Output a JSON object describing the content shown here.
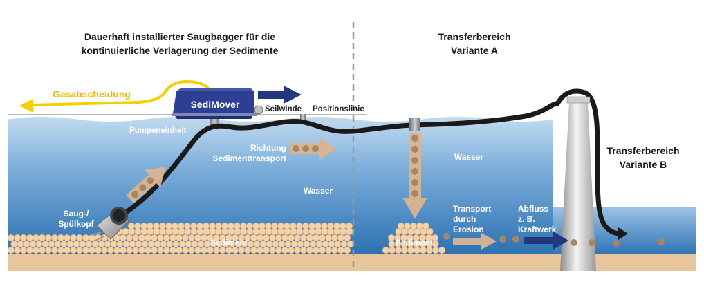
{
  "header": {
    "left_title_line1": "Dauerhaft installierter Saugbagger für die",
    "left_title_line2": "kontinuierliche Verlagerung der Sedimente",
    "right_title_line1": "Transferbereich",
    "right_title_line2": "Variante A"
  },
  "labels": {
    "gas": "Gasabscheidung",
    "sedimover": "SediMover",
    "seilwinde": "Seilwinde",
    "positionslinie": "Positionslinie",
    "pumpeneinheit": "Pumpeneinheit",
    "richtung_line1": "Richtung",
    "richtung_line2": "Sedimenttransport",
    "wasser_left": "Wasser",
    "wasser_right": "Wasser",
    "saug_line1": "Saug-/",
    "saug_line2": "Spülkopf",
    "sediment_left": "Sediment",
    "sediment_right": "Sediment",
    "transport_line1": "Transport",
    "transport_line2": "durch",
    "transport_line3": "Erosion",
    "abfluss_line1": "Abfluss",
    "abfluss_line2": "z. B.",
    "abfluss_line3": "Kraftwerk",
    "variante_b_line1": "Transferbereich",
    "variante_b_line2": "Variante B"
  },
  "colors": {
    "water_top": "#b9d4ec",
    "water_bottom": "#2f75b5",
    "sediment": "#f2cfa6",
    "ground": "#e7c49a",
    "vessel": "#263a8a",
    "arrow_navy": "#23377f",
    "gas_yellow": "#f3cf00",
    "gas_label": "#f2b800",
    "particle": "#a88565",
    "pipe": "#1a1a1a"
  }
}
